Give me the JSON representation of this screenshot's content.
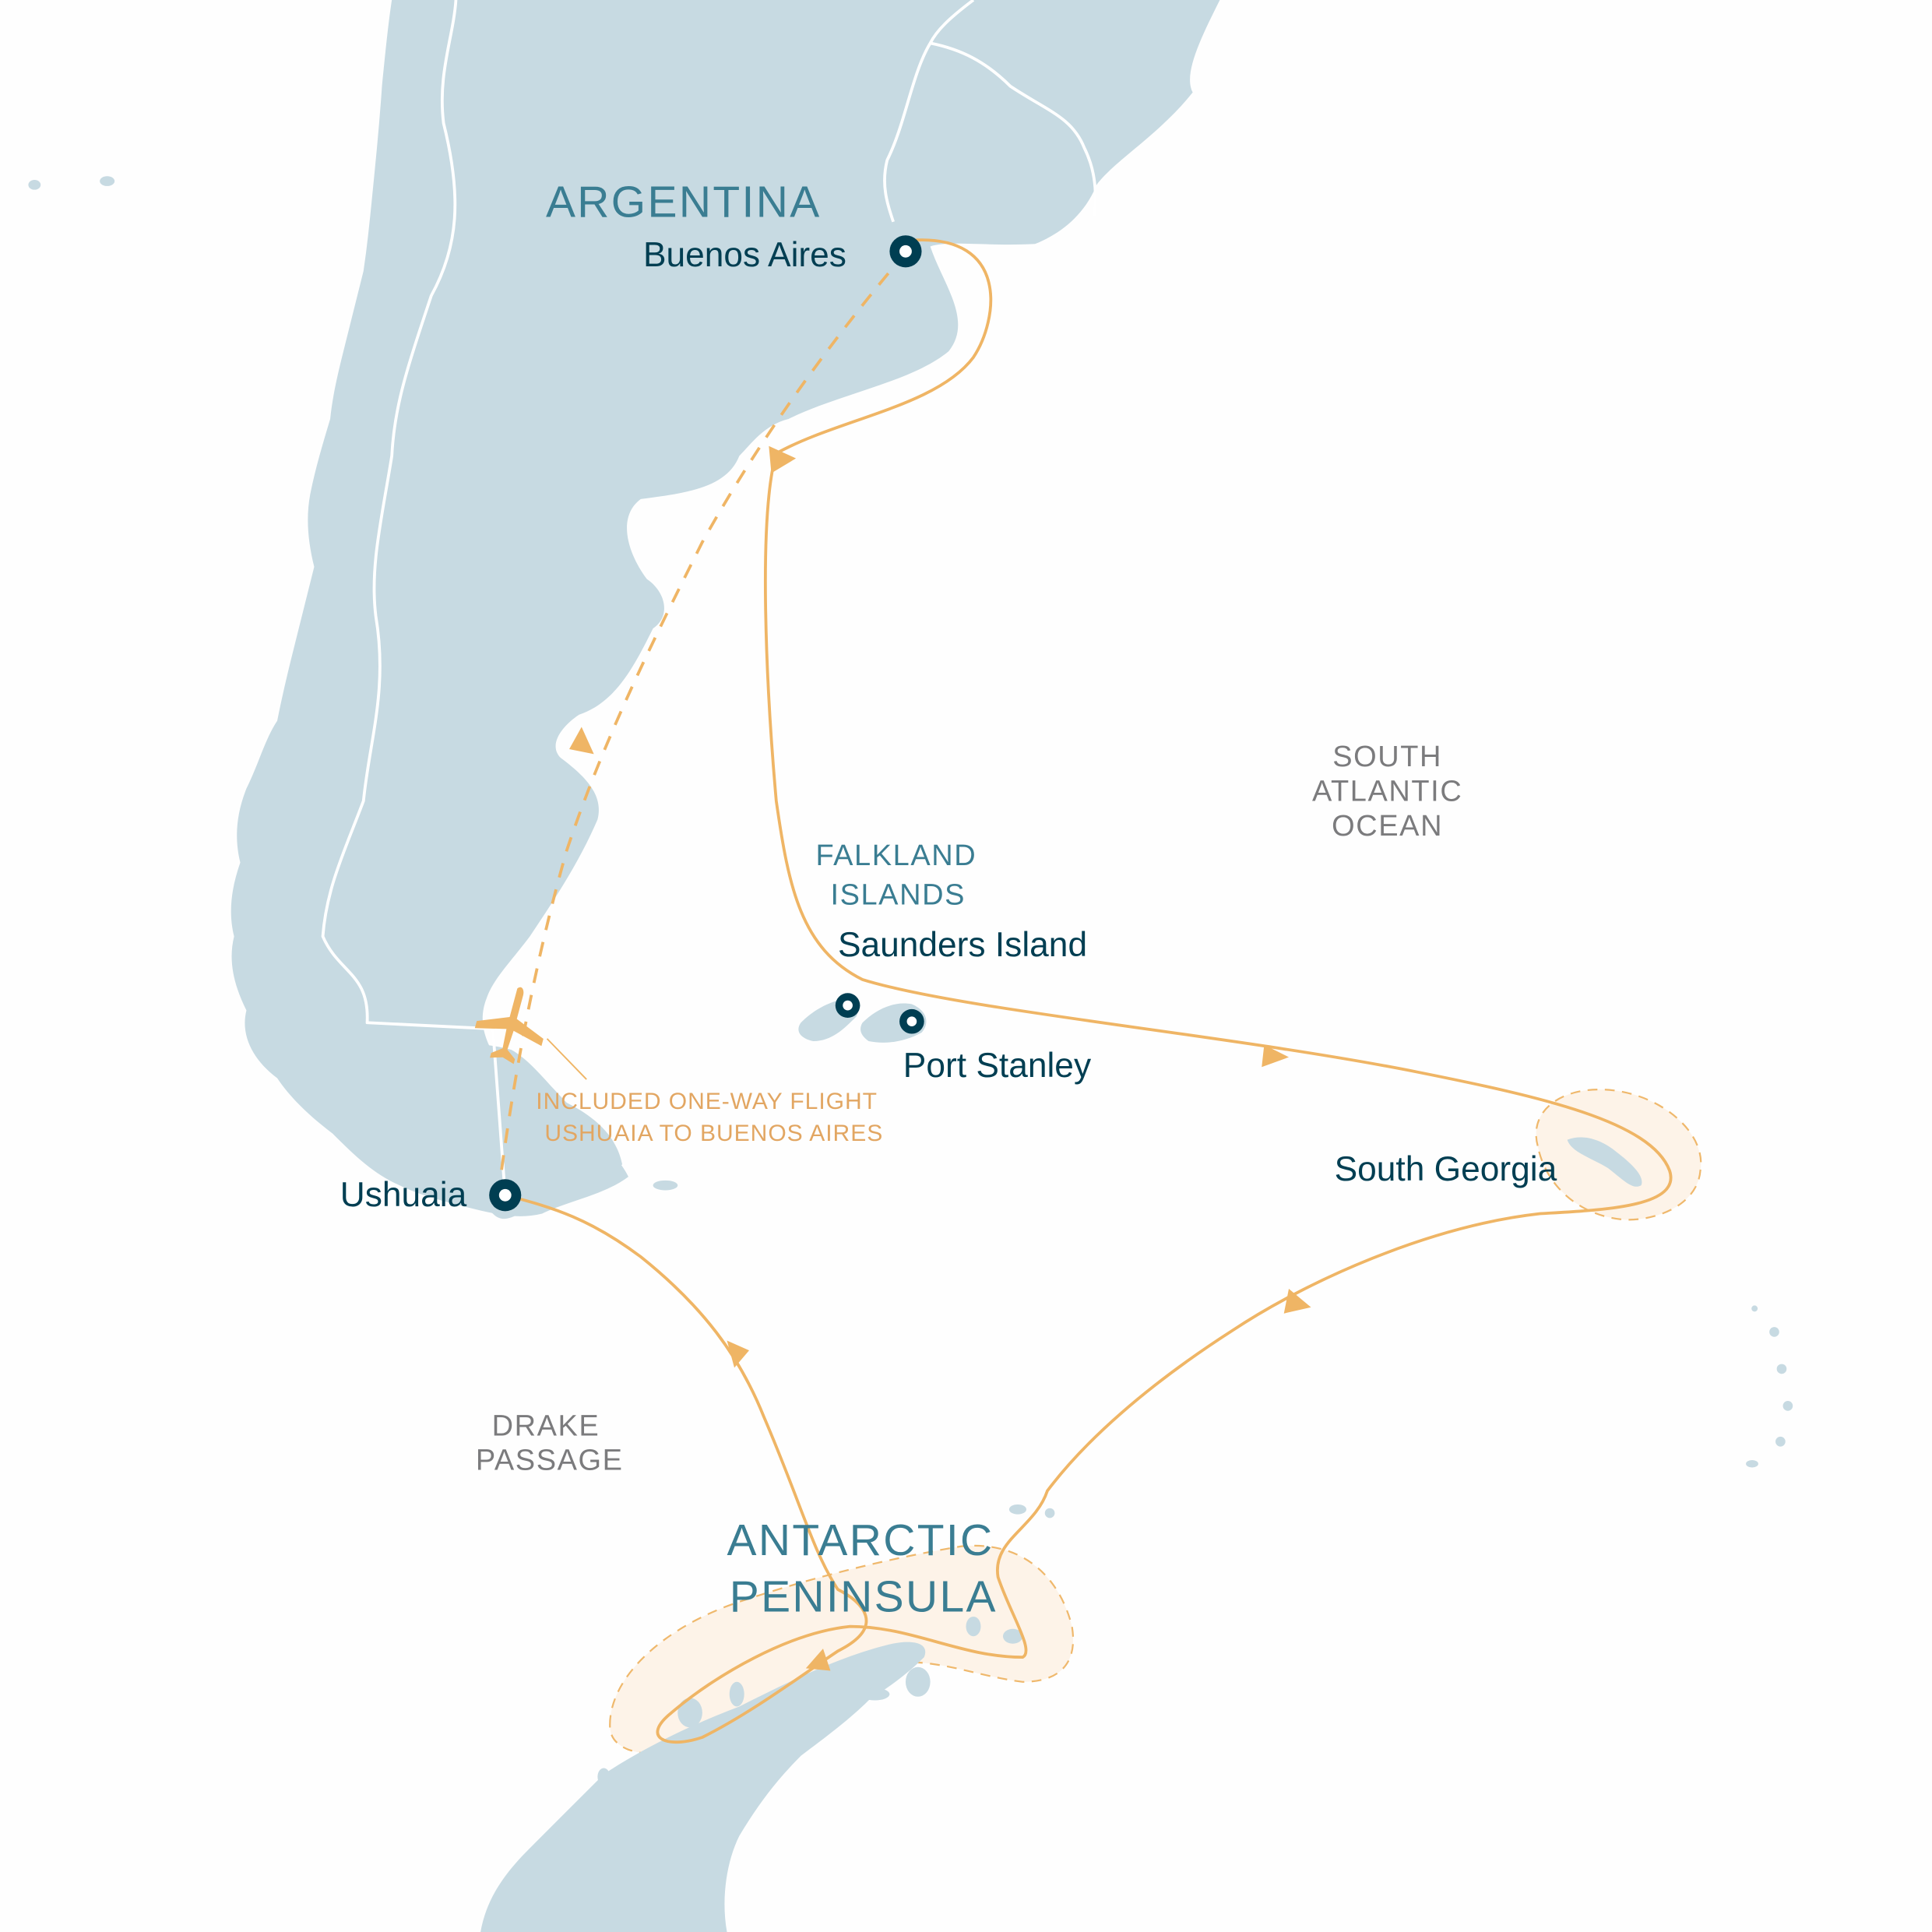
{
  "map": {
    "title_regions": {
      "argentina": "ARGENTINA",
      "antarctic_line1": "ANTARCTIC",
      "antarctic_line2": "PENINSULA",
      "falkland_line1": "FALKLAND",
      "falkland_line2": "ISLANDS"
    },
    "oceans": {
      "south_atlantic_line1": "SOUTH",
      "south_atlantic_line2": "ATLANTIC",
      "south_atlantic_line3": "OCEAN",
      "drake_line1": "DRAKE",
      "drake_line2": "PASSAGE"
    },
    "places": {
      "buenos_aires": "Buenos Aires",
      "ushuaia": "Ushuaia",
      "saunders_island": "Saunders Island",
      "port_stanley": "Port Stanley",
      "south_georgia": "South Georgia"
    },
    "flight_note": {
      "line1": "INCLUDED ONE-WAY FLIGHT",
      "line2": "USHUAIA TO BUENOS AIRES"
    },
    "icons": {
      "flight": "airplane-icon",
      "port": "port-marker-icon",
      "direction": "route-arrow-icon"
    },
    "colors": {
      "land": "#c7dae2",
      "route": "#efb565",
      "marker": "#003e52",
      "region_label": "#3a7d92",
      "ocean_label": "#7b7b7d",
      "highlight_zone": "#fdf3e7"
    }
  }
}
